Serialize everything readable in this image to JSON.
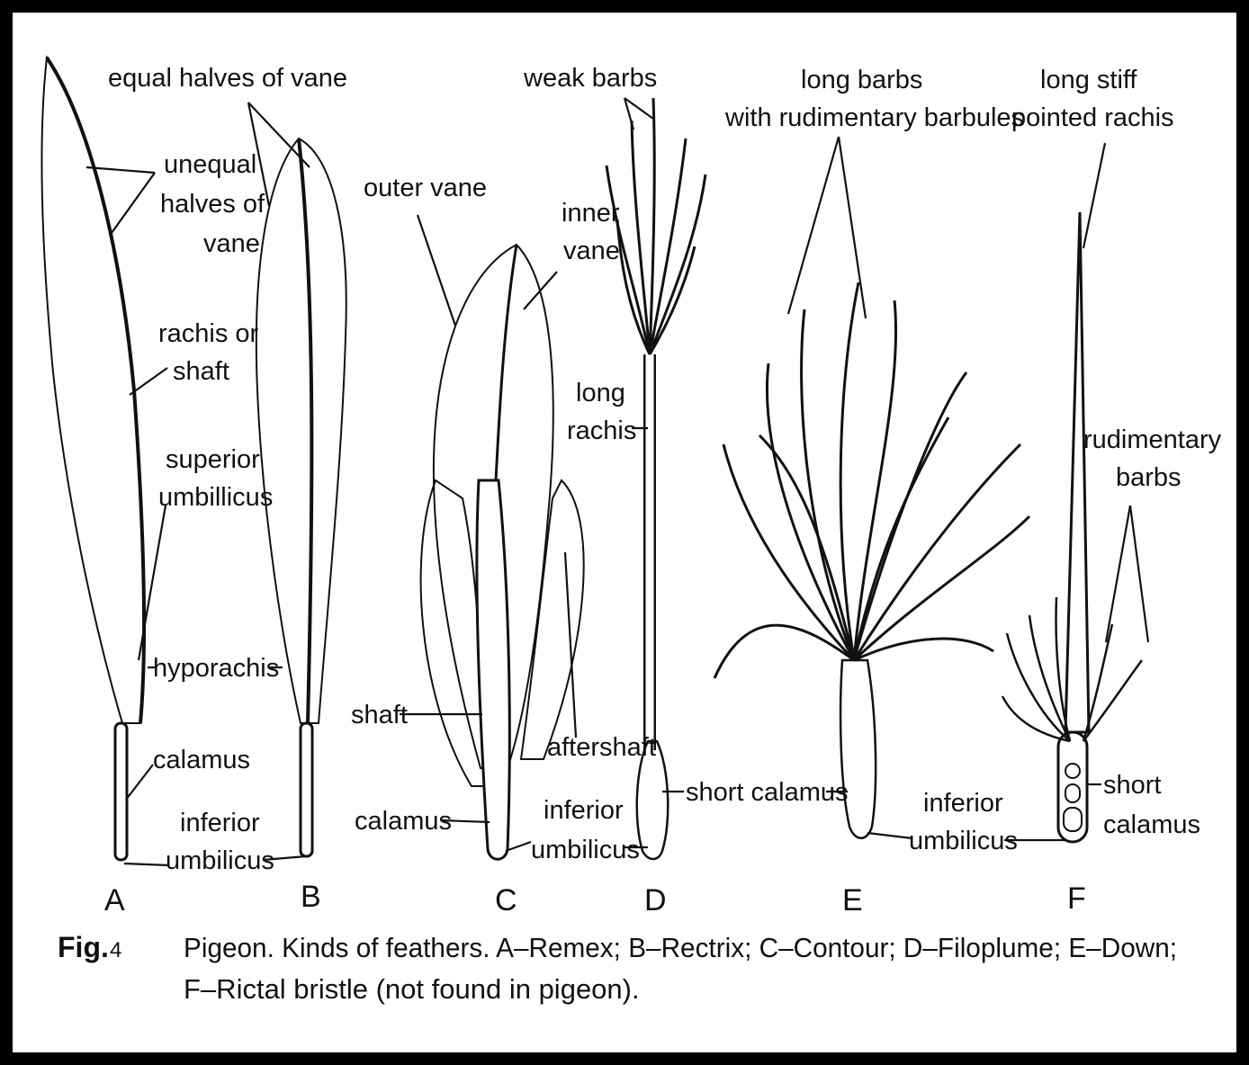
{
  "labels": {
    "equal_halves": "equal halves of vane",
    "unequal_1": "unequal",
    "unequal_2": "halves of",
    "unequal_3": "vane",
    "rachis_1": "rachis or",
    "rachis_2": "shaft",
    "superior_1": "superior",
    "superior_2": "umbillicus",
    "hyporachis": "hyporachis",
    "calamus_a": "calamus",
    "inferior_a_1": "inferior",
    "inferior_a_2": "umbilicus",
    "outer_vane": "outer vane",
    "inner_vane_1": "inner",
    "inner_vane_2": "vane",
    "shaft_c": "shaft",
    "aftershaft": "aftershaft",
    "calamus_c": "calamus",
    "inferior_c_1": "inferior",
    "inferior_c_2": "umbilicus",
    "weak_barbs": "weak barbs",
    "long_rachis_1": "long",
    "long_rachis_2": "rachis",
    "short_calamus_d": "short calamus",
    "long_barbs_1": "long barbs",
    "long_barbs_2": "with rudimentary barbules",
    "inferior_e_1": "inferior",
    "inferior_e_2": "umbilicus",
    "long_stiff_1": "long stiff",
    "long_stiff_2": "pointed rachis",
    "rud_barbs_1": "rudimentary",
    "rud_barbs_2": "barbs",
    "short_calamus_f_1": "short",
    "short_calamus_f_2": "calamus"
  },
  "letters": {
    "a": "A",
    "b": "B",
    "c": "C",
    "d": "D",
    "e": "E",
    "f": "F"
  },
  "caption": {
    "fig_word": "Fig.",
    "fig_number": "4",
    "line1": "Pigeon. Kinds of feathers. A–Remex; B–Rectrix; C–Contour;  D–Filoplume;  E–Down;",
    "line2": "F–Rictal bristle (not found in pigeon)."
  }
}
